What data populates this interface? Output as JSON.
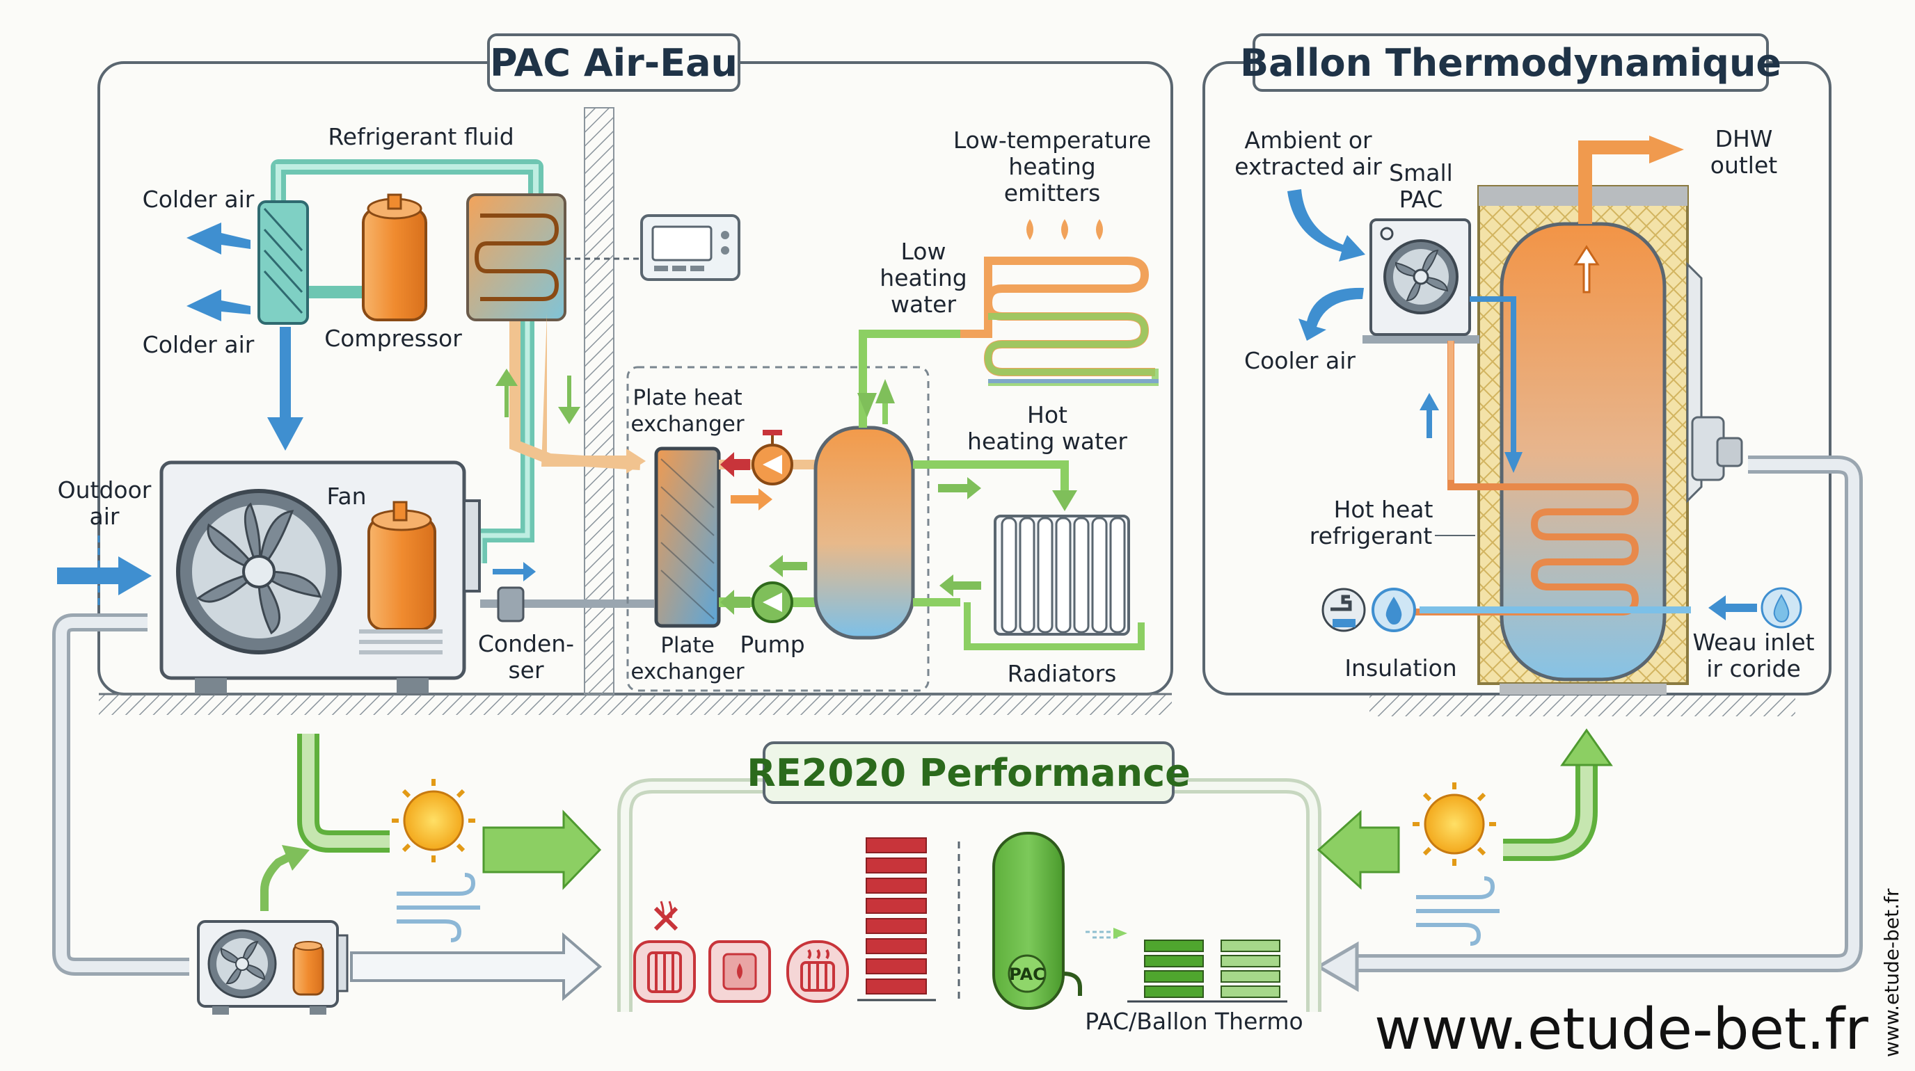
{
  "sections": {
    "pac_air_eau": "PAC Air-Eau",
    "ballon_thermo": "Ballon Thermodynamique",
    "re2020": "RE2020 Performance"
  },
  "pac": {
    "refrigerant_fluid": "Refrigerant fluid",
    "colder_air_top": "Colder air",
    "colder_air_bottom": "Colder air",
    "compressor": "Compressor",
    "outdoor_air_1": "Outdoor",
    "outdoor_air_2": "air",
    "fan": "Fan",
    "condenser_1": "Conden-",
    "condenser_2": "ser",
    "plate_hx_top_1": "Plate heat",
    "plate_hx_top_2": "exchanger",
    "plate_hx_bottom_1": "Plate",
    "plate_hx_bottom_2": "exchanger",
    "pump": "Pump",
    "low_temp_1": "Low-temperature",
    "low_temp_2": "heating",
    "low_temp_3": "emitters",
    "low_water_1": "Low",
    "low_water_2": "heating",
    "low_water_3": "water",
    "hot_water_1": "Hot",
    "hot_water_2": "heating water",
    "radiators": "Radiators"
  },
  "ballon": {
    "ambient_1": "Ambient or",
    "ambient_2": "extracted air",
    "small_pac_1": "Small",
    "small_pac_2": "PAC",
    "dhw_1": "DHW",
    "dhw_2": "outlet",
    "cooler_air": "Cooler air",
    "hot_ref_1": "Hot heat",
    "hot_ref_2": "refrigerant",
    "insulation": "Insulation",
    "inlet_1": "Weau inlet",
    "inlet_2": "ir coride"
  },
  "re2020": {
    "pac_badge": "PAC",
    "pac_ballon_label": "PAC/Ballon Thermo"
  },
  "footer": {
    "website": "www.etude-bet.fr",
    "side_website": "www.etude-bet.fr"
  },
  "colors": {
    "frame": "#55636e",
    "refrigerant_teal": "#7fd3c2",
    "arrow_blue": "#3f8fd0",
    "pipe_orange": "#e89a4e",
    "pipe_green": "#7fbf5a",
    "re2020_green": "#2b6a1c",
    "heat_red": "#c8343a"
  }
}
